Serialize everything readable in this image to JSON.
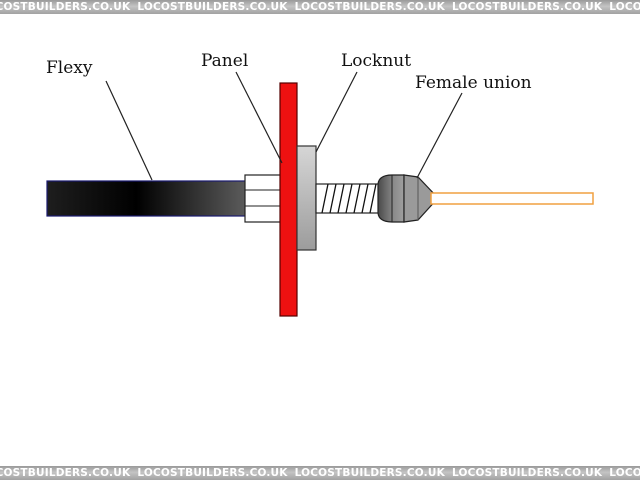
{
  "watermark": {
    "text": "LOCOSTBUILDERS.CO.UK"
  },
  "labels": {
    "flexy": "Flexy",
    "panel": "Panel",
    "locknut": "Locknut",
    "female_union": "Female union"
  },
  "colors": {
    "panel": "#ee1111",
    "hose_dark": "#101010",
    "hose_mid": "#5a5a5a",
    "fitting_grey": "#b8b8b8",
    "pipe_outline": "#f0a040"
  }
}
